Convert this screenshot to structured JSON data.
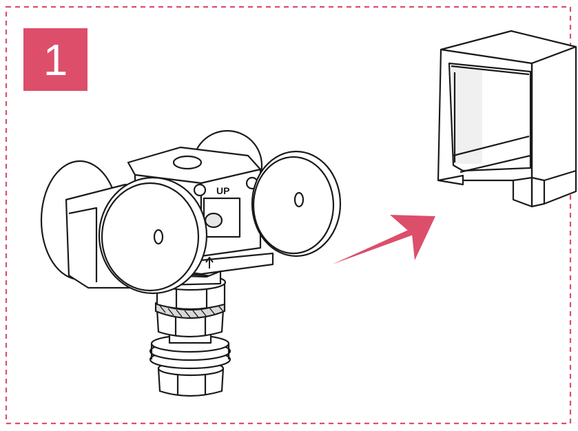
{
  "step": {
    "number": "1"
  },
  "roller": {
    "label": "UP"
  },
  "colors": {
    "accent": "#dd4e6b",
    "line": "#1a1a1a",
    "fill": "#ffffff",
    "shade": "#e6e6e6",
    "background": "#ffffff"
  },
  "icons": [
    "step-number-badge",
    "roller-trolley-illustration",
    "direction-arrow-icon",
    "rail-track-illustration"
  ]
}
